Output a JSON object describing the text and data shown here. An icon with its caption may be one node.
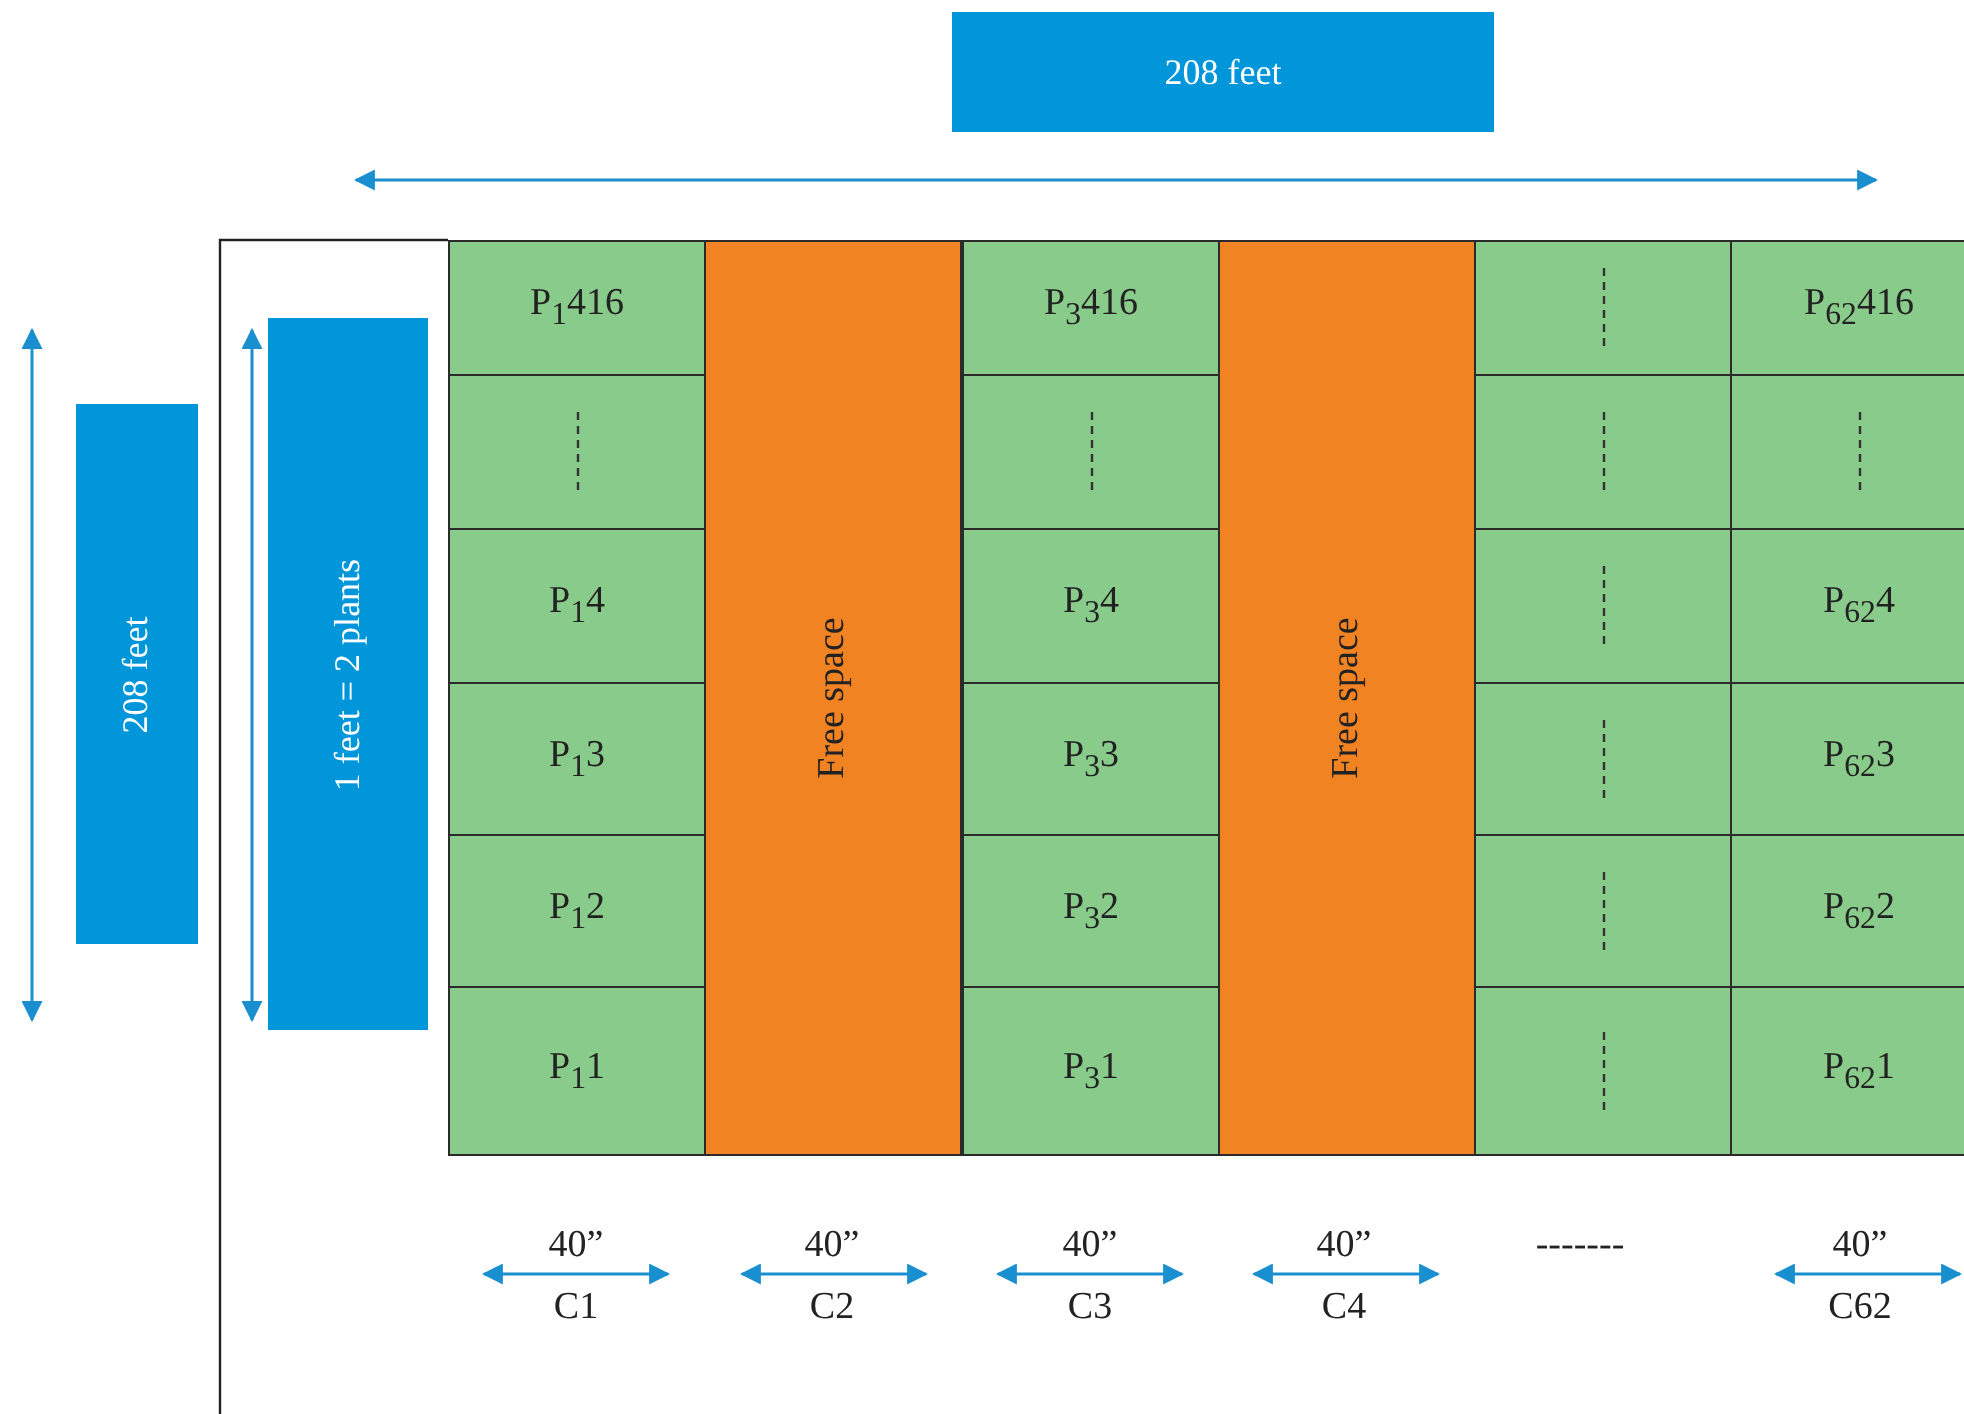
{
  "diagram": {
    "nodes": [
      {
        "text": [
          "208 feet"
        ]
      },
      {
        "text": [
          "208 feet"
        ]
      },
      {
        "text": [
          "1 feet = 2 plants"
        ]
      },
      {
        "text": [
          "P$_{1}$416"
        ]
      },
      {
        "text": [],
        "shape": "box"
      },
      {
        "text": [
          "P$_{1}$4"
        ]
      },
      {
        "text": [
          "P$_{1}$3"
        ]
      },
      {
        "text": [
          "P$_{1}$2"
        ]
      },
      {
        "text": [
          "P$_{1}$1"
        ]
      },
      {
        "text": [
          "Free space"
        ]
      },
      {
        "text": [
          "P$_{3}$416"
        ]
      },
      {
        "text": [],
        "shape": "box"
      },
      {
        "text": [
          "P$_{3}$4"
        ]
      },
      {
        "text": [
          "P$_{3}$3"
        ]
      },
      {
        "text": [
          "P$_{3}$2"
        ]
      },
      {
        "text": [
          "P$_{3}$1"
        ]
      },
      {
        "text": [
          "Free space"
        ]
      },
      {
        "text": [],
        "shape": "box"
      },
      {
        "text": [],
        "shape": "box"
      },
      {
        "text": [],
        "shape": "box"
      },
      {
        "text": [],
        "shape": "box"
      },
      {
        "text": [],
        "shape": "box"
      },
      {
        "text": [],
        "shape": "box"
      },
      {
        "text": [
          "P$_{62}$416"
        ]
      },
      {
        "text": [],
        "shape": "box"
      },
      {
        "text": [
          "P$_{62}$4"
        ]
      },
      {
        "text": [
          "P$_{62}$3"
        ]
      },
      {
        "text": [
          "P$_{62}$2"
        ]
      },
      {
        "text": [
          "P$_{62}$1"
        ]
      }
    ],
    "labels": [
      "40”",
      "C1",
      "40”",
      "C2",
      "40”",
      "C3",
      "40”",
      "C4",
      "-------",
      "40”",
      "C62"
    ]
  }
}
